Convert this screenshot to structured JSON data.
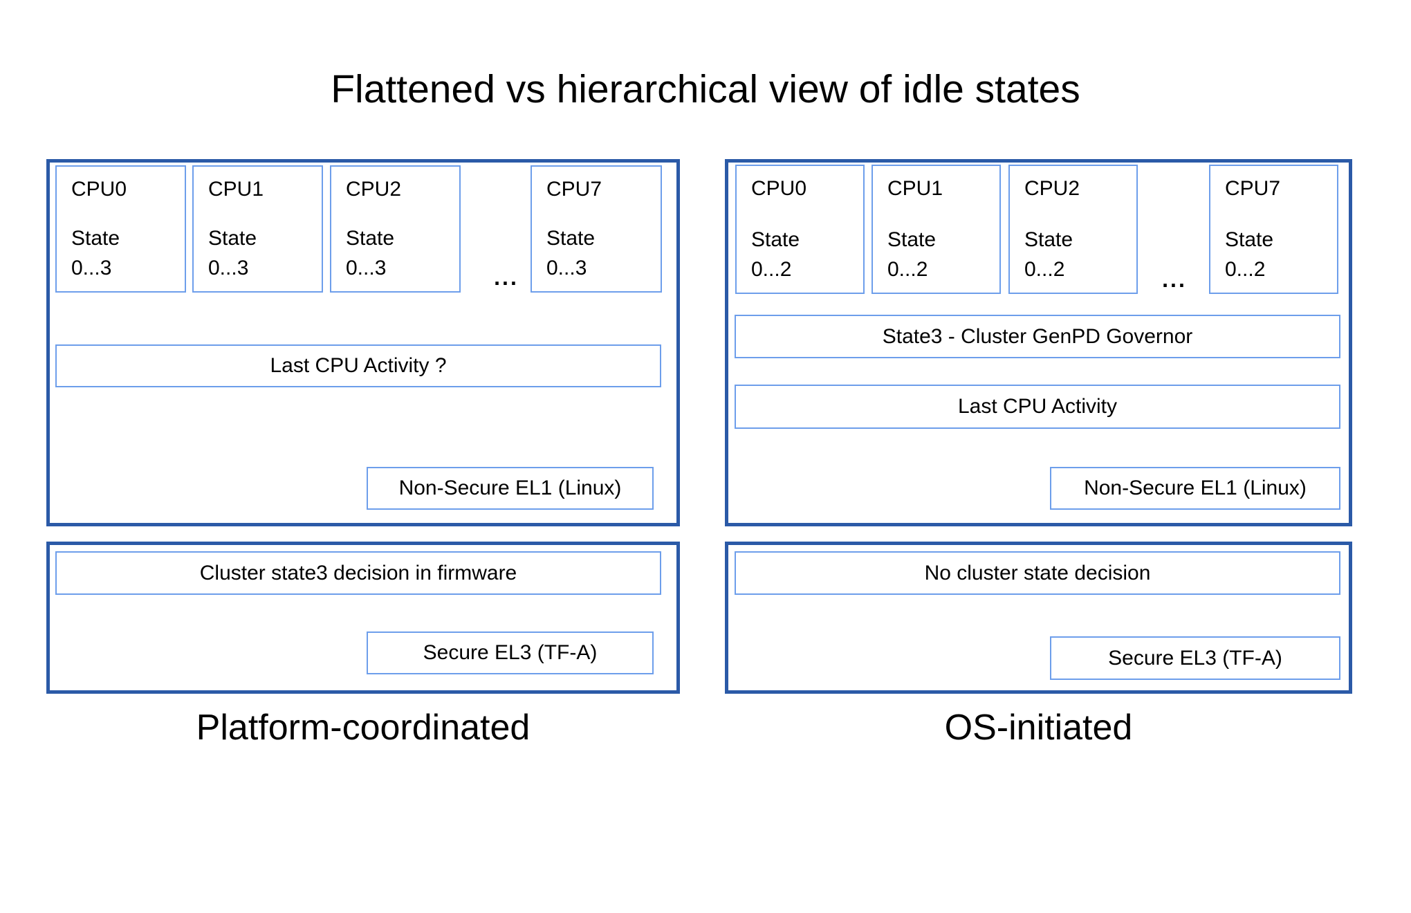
{
  "title": "Flattened vs hierarchical view of idle states",
  "colors": {
    "outer_border": "#2b5aa7",
    "inner_border": "#6d9eeb",
    "text": "#000000",
    "background": "#ffffff"
  },
  "panels": [
    {
      "caption": "Platform-coordinated",
      "ellipsis": "...",
      "cpus": [
        {
          "name": "CPU0",
          "state_label": "State",
          "state_range": "0...3"
        },
        {
          "name": "CPU1",
          "state_label": "State",
          "state_range": "0...3"
        },
        {
          "name": "CPU2",
          "state_label": "State",
          "state_range": "0...3"
        },
        {
          "name": "CPU7",
          "state_label": "State",
          "state_range": "0...3"
        }
      ],
      "last_cpu_activity": "Last CPU Activity ?",
      "non_secure_el1": "Non-Secure EL1 (Linux)",
      "cluster_decision": "Cluster state3 decision in firmware",
      "secure_el3": "Secure EL3 (TF-A)"
    },
    {
      "caption": "OS-initiated",
      "ellipsis": "...",
      "cpus": [
        {
          "name": "CPU0",
          "state_label": "State",
          "state_range": "0...2"
        },
        {
          "name": "CPU1",
          "state_label": "State",
          "state_range": "0...2"
        },
        {
          "name": "CPU2",
          "state_label": "State",
          "state_range": "0...2"
        },
        {
          "name": "CPU7",
          "state_label": "State",
          "state_range": "0...2"
        }
      ],
      "governor": "State3 - Cluster GenPD Governor",
      "last_cpu_activity": "Last CPU Activity",
      "non_secure_el1": "Non-Secure EL1 (Linux)",
      "cluster_decision": "No cluster state decision",
      "secure_el3": "Secure EL3 (TF-A)"
    }
  ]
}
